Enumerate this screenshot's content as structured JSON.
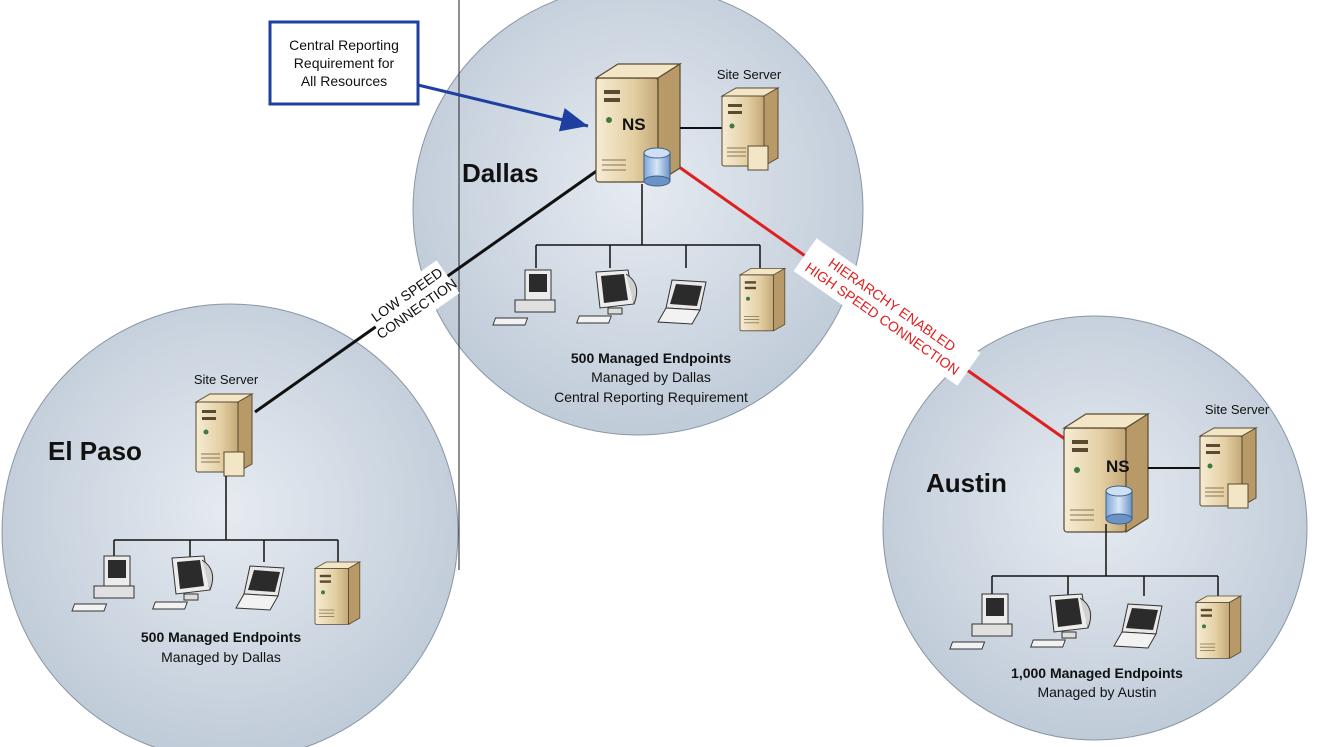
{
  "callout": {
    "line1": "Central Reporting",
    "line2": "Requirement for",
    "line3": "All Resources"
  },
  "sites": {
    "dallas": {
      "name": "Dallas",
      "ns_label": "NS",
      "site_server_label": "Site Server",
      "endpoints": "500 Managed Endpoints",
      "managed_by": "Managed by Dallas",
      "requirement": "Central Reporting Requirement"
    },
    "el_paso": {
      "name": "El Paso",
      "site_server_label": "Site Server",
      "endpoints": "500 Managed Endpoints",
      "managed_by": "Managed by Dallas"
    },
    "austin": {
      "name": "Austin",
      "ns_label": "NS",
      "site_server_label": "Site Server",
      "endpoints": "1,000 Managed Endpoints",
      "managed_by": "Managed by Austin"
    }
  },
  "connections": {
    "low_speed": {
      "line1": "LOW SPEED",
      "line2": "CONNECTION"
    },
    "high_speed": {
      "line1": "HIERARCHY ENABLED",
      "line2": "HIGH SPEED CONNECTION",
      "color": "#e02020"
    }
  },
  "colors": {
    "circle_fill": "#c9d3df",
    "callout_border": "#1e3fa0",
    "arrow": "#1e3fa0",
    "server_body": "#e8d9b8"
  }
}
